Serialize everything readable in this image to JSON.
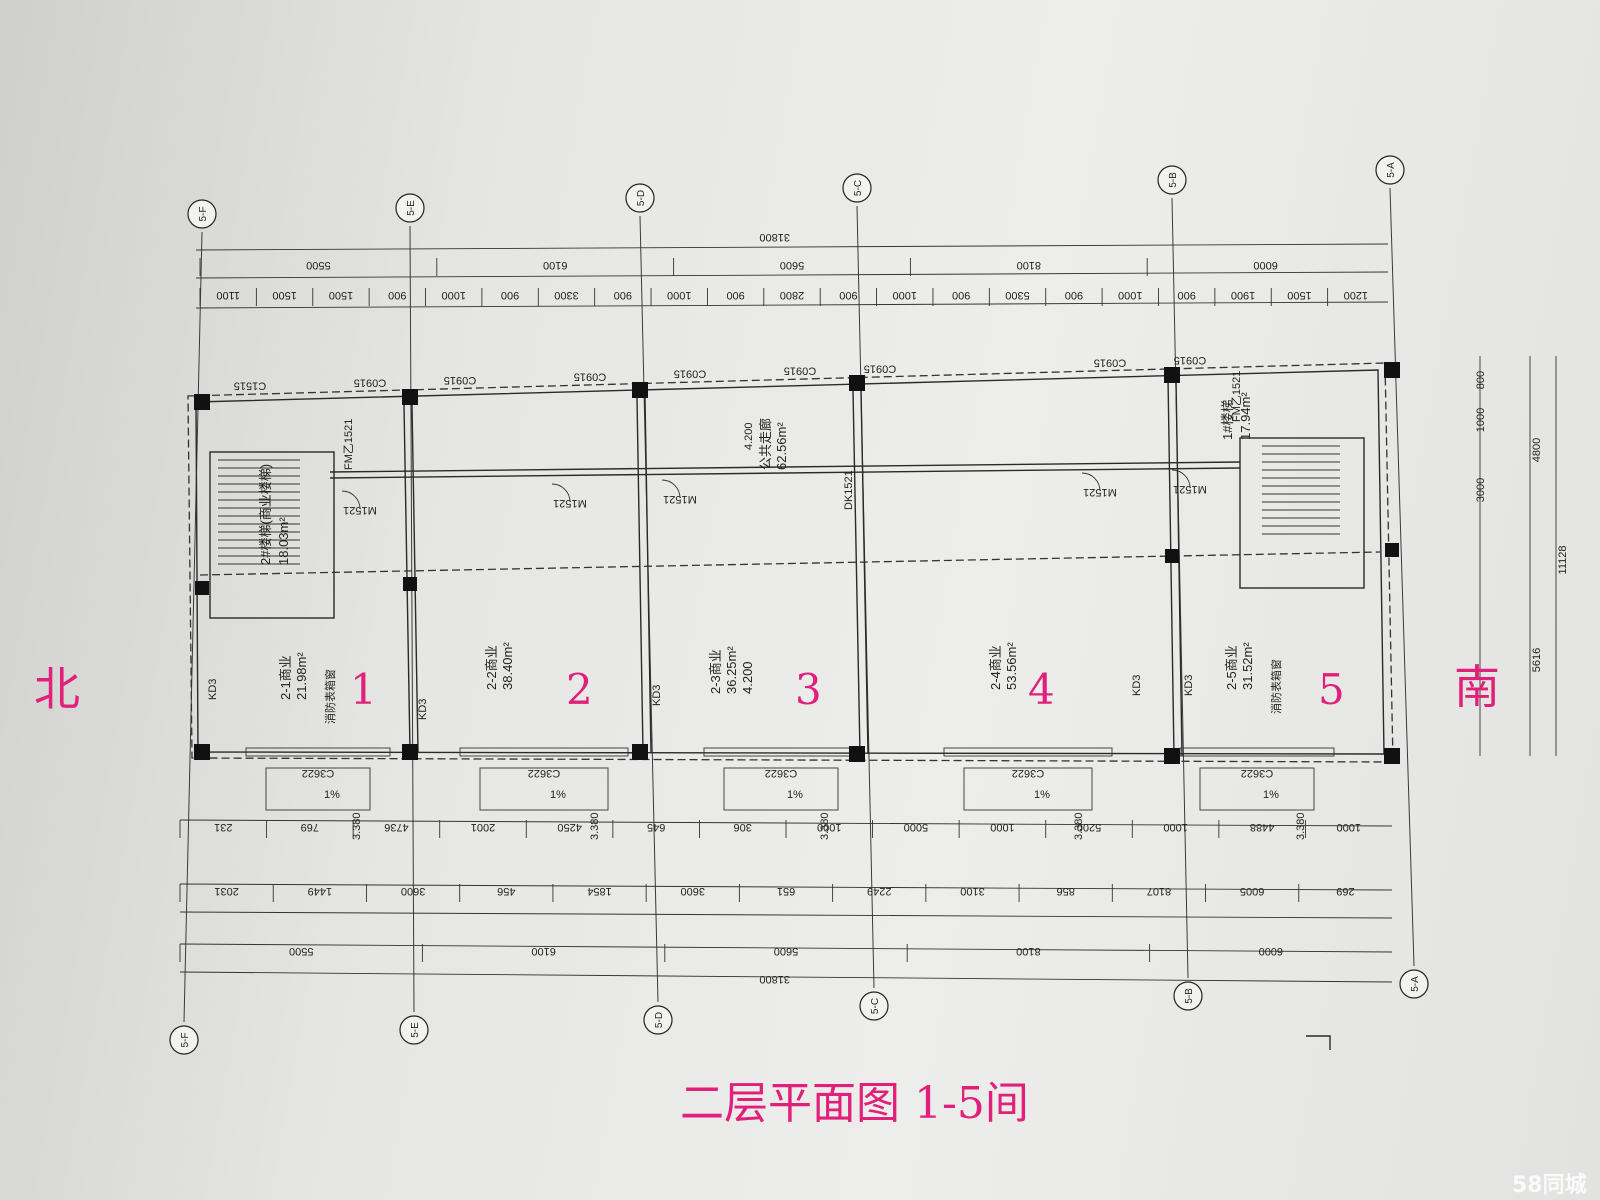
{
  "title": "二层平面图 1-5间",
  "orientation": {
    "north": "北",
    "south": "南"
  },
  "bay_numbers": [
    "1",
    "2",
    "3",
    "4",
    "5"
  ],
  "axes": [
    "5-F",
    "5-E",
    "5-D",
    "5-C",
    "5-B",
    "5-A"
  ],
  "dims_top": {
    "total": "31800",
    "level2": [
      "5500",
      "6100",
      "5600",
      "8100",
      "6000"
    ],
    "level3": [
      "1100",
      "1500",
      "1500",
      "900",
      "1000",
      "900",
      "3300",
      "900",
      "1000",
      "900",
      "2800",
      "900",
      "1000",
      "900",
      "5300",
      "900",
      "1000",
      "900",
      "1900",
      "1500",
      "1200"
    ]
  },
  "dims_bottom": {
    "total": "31800",
    "level2": [
      "5500",
      "6100",
      "5600",
      "8100",
      "6000"
    ],
    "level3": [
      "2031",
      "1449",
      "3600",
      "456",
      "1854",
      "3600",
      "651",
      "2249",
      "3100",
      "856",
      "8107",
      "6005",
      "269"
    ],
    "level4": [
      "231",
      "769",
      "4736",
      "2001",
      "4250",
      "645",
      "306",
      "1000",
      "5000",
      "1000",
      "5200",
      "1000",
      "4488",
      "1000"
    ]
  },
  "dims_right": [
    "800",
    "1000",
    "4800",
    "3000",
    "11128",
    "5616"
  ],
  "rooms": [
    {
      "name": "2-1商业",
      "area": "21.98m²"
    },
    {
      "name": "2-2商业",
      "area": "38.40m²"
    },
    {
      "name": "2-3商业",
      "area": "36.25m²",
      "level": "4.200"
    },
    {
      "name": "2-4商业",
      "area": "53.56m²"
    },
    {
      "name": "2-5商业",
      "area": "31.52m²"
    }
  ],
  "corridor": {
    "name": "公共走廊",
    "area": "62.56m²",
    "level": "4.200",
    "door": "DK1521"
  },
  "stair_north": {
    "name": "2#楼梯(商业楼梯)",
    "area": "18.03m²",
    "door": "FM乙1521"
  },
  "stair_south": {
    "name": "1#楼梯",
    "area": "17.94m²",
    "door": "FM乙1521"
  },
  "window_top": "C0915",
  "window_bottom": "C3622",
  "window_stair": "C1515",
  "door_shop": "M1521",
  "kd": "KD3",
  "fire_box": "消防表箱窗",
  "level_bottom": "3.380",
  "slope": "1%",
  "watermark": "58同城"
}
